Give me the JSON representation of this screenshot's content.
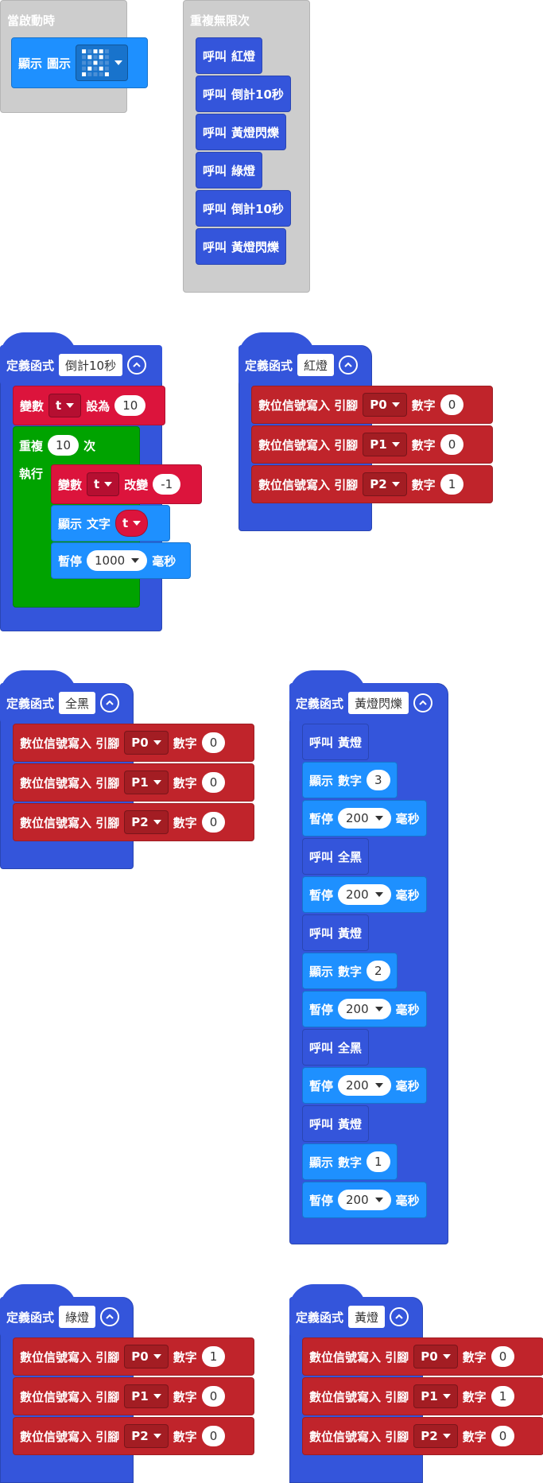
{
  "onstart": {
    "title": "當啟動時",
    "block": {
      "show": "顯示",
      "icon": "圖示"
    }
  },
  "forever": {
    "title": "重複無限次",
    "calls": [
      {
        "call": "呼叫",
        "name": "紅燈"
      },
      {
        "call": "呼叫",
        "name": "倒計10秒"
      },
      {
        "call": "呼叫",
        "name": "黃燈閃爍"
      },
      {
        "call": "呼叫",
        "name": "綠燈"
      },
      {
        "call": "呼叫",
        "name": "倒計10秒"
      },
      {
        "call": "呼叫",
        "name": "黃燈閃爍"
      }
    ]
  },
  "countdown": {
    "define": "定義函式",
    "name": "倒計10秒",
    "set": {
      "label": "變數",
      "var": "t",
      "set_to": "設為",
      "value": "10"
    },
    "repeat": {
      "label": "重複",
      "times": "10",
      "times_label": "次",
      "do": "執行"
    },
    "change": {
      "label": "變數",
      "var": "t",
      "change_by": "改變",
      "value": "-1"
    },
    "show": {
      "label": "顯示",
      "text": "文字",
      "var": "t"
    },
    "pause": {
      "label": "暫停",
      "value": "1000",
      "unit": "毫秒"
    }
  },
  "red_fn": {
    "define": "定義函式",
    "name": "紅燈",
    "rows": [
      {
        "label": "數位信號寫入 引腳",
        "pin": "P0",
        "num": "數字",
        "value": "0"
      },
      {
        "label": "數位信號寫入 引腳",
        "pin": "P1",
        "num": "數字",
        "value": "0"
      },
      {
        "label": "數位信號寫入 引腳",
        "pin": "P2",
        "num": "數字",
        "value": "1"
      }
    ]
  },
  "black_fn": {
    "define": "定義函式",
    "name": "全黑",
    "rows": [
      {
        "label": "數位信號寫入 引腳",
        "pin": "P0",
        "num": "數字",
        "value": "0"
      },
      {
        "label": "數位信號寫入 引腳",
        "pin": "P1",
        "num": "數字",
        "value": "0"
      },
      {
        "label": "數位信號寫入 引腳",
        "pin": "P2",
        "num": "數字",
        "value": "0"
      }
    ]
  },
  "blink_fn": {
    "define": "定義函式",
    "name": "黃燈閃爍",
    "steps": [
      {
        "kind": "call",
        "a": "呼叫",
        "b": "黃燈"
      },
      {
        "kind": "show",
        "a": "顯示",
        "b": "數字",
        "v": "3"
      },
      {
        "kind": "pause",
        "a": "暫停",
        "v": "200",
        "u": "毫秒"
      },
      {
        "kind": "call",
        "a": "呼叫",
        "b": "全黑"
      },
      {
        "kind": "pause",
        "a": "暫停",
        "v": "200",
        "u": "毫秒"
      },
      {
        "kind": "call",
        "a": "呼叫",
        "b": "黃燈"
      },
      {
        "kind": "show",
        "a": "顯示",
        "b": "數字",
        "v": "2"
      },
      {
        "kind": "pause",
        "a": "暫停",
        "v": "200",
        "u": "毫秒"
      },
      {
        "kind": "call",
        "a": "呼叫",
        "b": "全黑"
      },
      {
        "kind": "pause",
        "a": "暫停",
        "v": "200",
        "u": "毫秒"
      },
      {
        "kind": "call",
        "a": "呼叫",
        "b": "黃燈"
      },
      {
        "kind": "show",
        "a": "顯示",
        "b": "數字",
        "v": "1"
      },
      {
        "kind": "pause",
        "a": "暫停",
        "v": "200",
        "u": "毫秒"
      }
    ]
  },
  "green_fn": {
    "define": "定義函式",
    "name": "綠燈",
    "rows": [
      {
        "label": "數位信號寫入 引腳",
        "pin": "P0",
        "num": "數字",
        "value": "1"
      },
      {
        "label": "數位信號寫入 引腳",
        "pin": "P1",
        "num": "數字",
        "value": "0"
      },
      {
        "label": "數位信號寫入 引腳",
        "pin": "P2",
        "num": "數字",
        "value": "0"
      }
    ]
  },
  "yellow_fn": {
    "define": "定義函式",
    "name": "黃燈",
    "rows": [
      {
        "label": "數位信號寫入 引腳",
        "pin": "P0",
        "num": "數字",
        "value": "0"
      },
      {
        "label": "數位信號寫入 引腳",
        "pin": "P1",
        "num": "數字",
        "value": "1"
      },
      {
        "label": "數位信號寫入 引腳",
        "pin": "P2",
        "num": "數字",
        "value": "0"
      }
    ]
  },
  "colors": {
    "navy": "#3455db",
    "blue": "#1e90ff",
    "red": "#c0242b",
    "crimson": "#dc143c",
    "green": "#00a300",
    "gray": "#cdcdcd"
  }
}
